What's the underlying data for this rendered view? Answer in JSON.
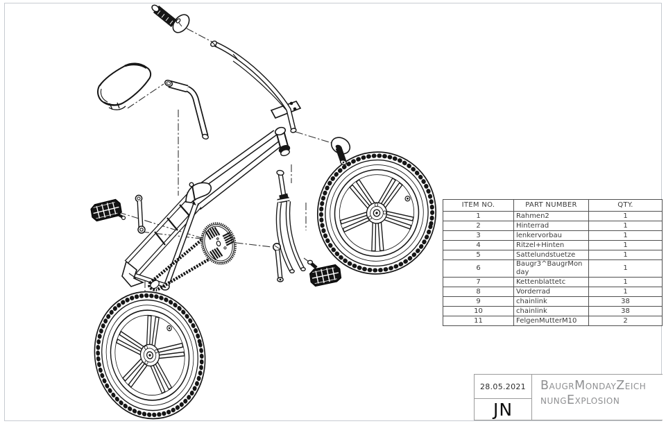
{
  "colors": {
    "drawing_line": "#161616",
    "table_border": "#4f4f4f",
    "sheet_border": "#c7cbd1",
    "title_text": "#8f9092"
  },
  "bom_table": {
    "headers": {
      "item": "ITEM NO.",
      "part": "PART NUMBER",
      "qty": "QTY."
    },
    "rows": [
      {
        "item": "1",
        "part": "Rahmen2",
        "qty": "1"
      },
      {
        "item": "2",
        "part": "Hinterrad",
        "qty": "1"
      },
      {
        "item": "3",
        "part": "lenkervorbau",
        "qty": "1"
      },
      {
        "item": "4",
        "part": "Ritzel+Hinten",
        "qty": "1"
      },
      {
        "item": "5",
        "part": "Sattelundstuetze",
        "qty": "1"
      },
      {
        "item": "6",
        "part": "Baugr3^BaugrMonday",
        "qty": "1"
      },
      {
        "item": "7",
        "part": "Kettenblattetc",
        "qty": "1"
      },
      {
        "item": "8",
        "part": "Vorderrad",
        "qty": "1"
      },
      {
        "item": "9",
        "part": "chainlink",
        "qty": "38"
      },
      {
        "item": "10",
        "part": "chainlink",
        "qty": "38"
      },
      {
        "item": "11",
        "part": "FelgenMutterM10",
        "qty": "2"
      }
    ]
  },
  "title_block": {
    "date": "28.05.2021",
    "author_initials": "JN",
    "title_line1": "BaugrMondayZeich",
    "title_line2": "nungExplosion"
  }
}
